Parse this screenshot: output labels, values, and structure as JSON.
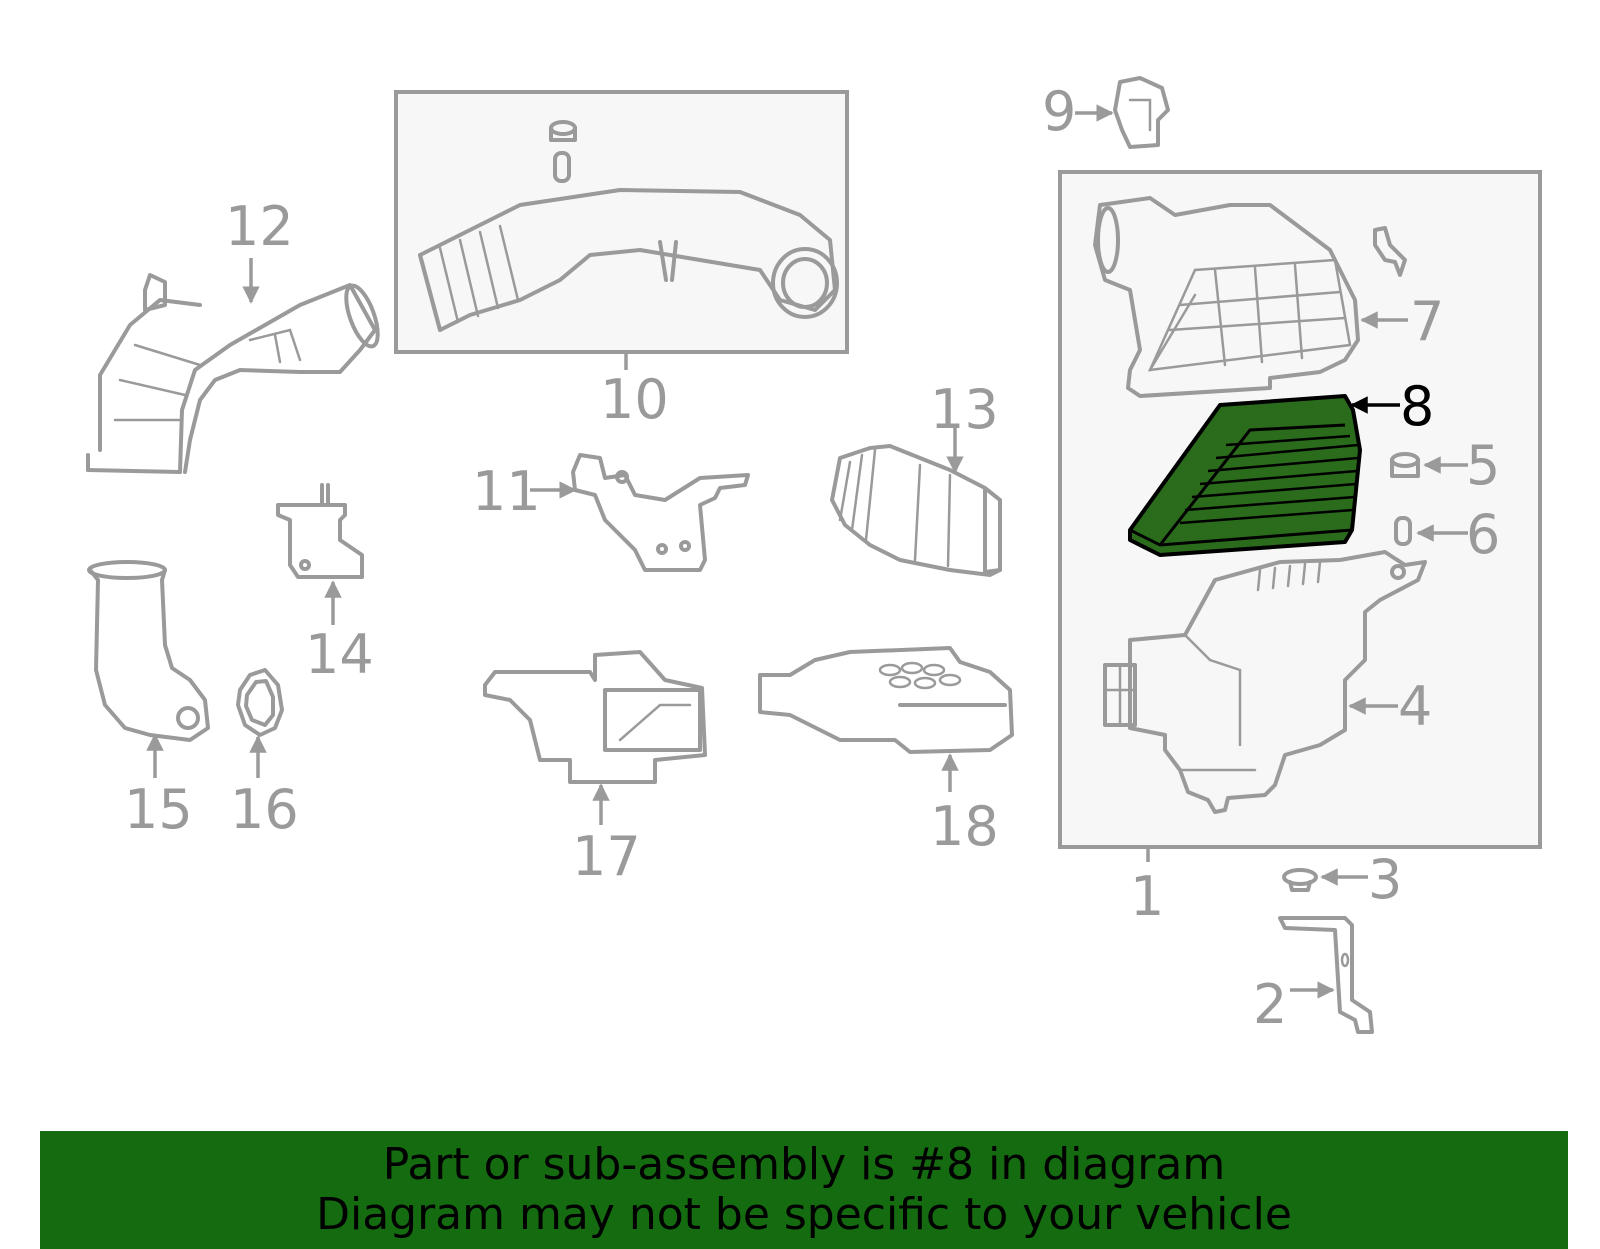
{
  "diagram": {
    "highlighted_part": "8",
    "highlight_color": "#2a6b1c",
    "line_color": "#9a9a9a",
    "callouts": [
      "1",
      "2",
      "3",
      "4",
      "5",
      "6",
      "7",
      "8",
      "9",
      "10",
      "11",
      "12",
      "13",
      "14",
      "15",
      "16",
      "17",
      "18"
    ]
  },
  "banner": {
    "background": "#146b10",
    "line1": "Part or sub-assembly is #8 in diagram",
    "line2": "Diagram may not be specific to your vehicle"
  }
}
